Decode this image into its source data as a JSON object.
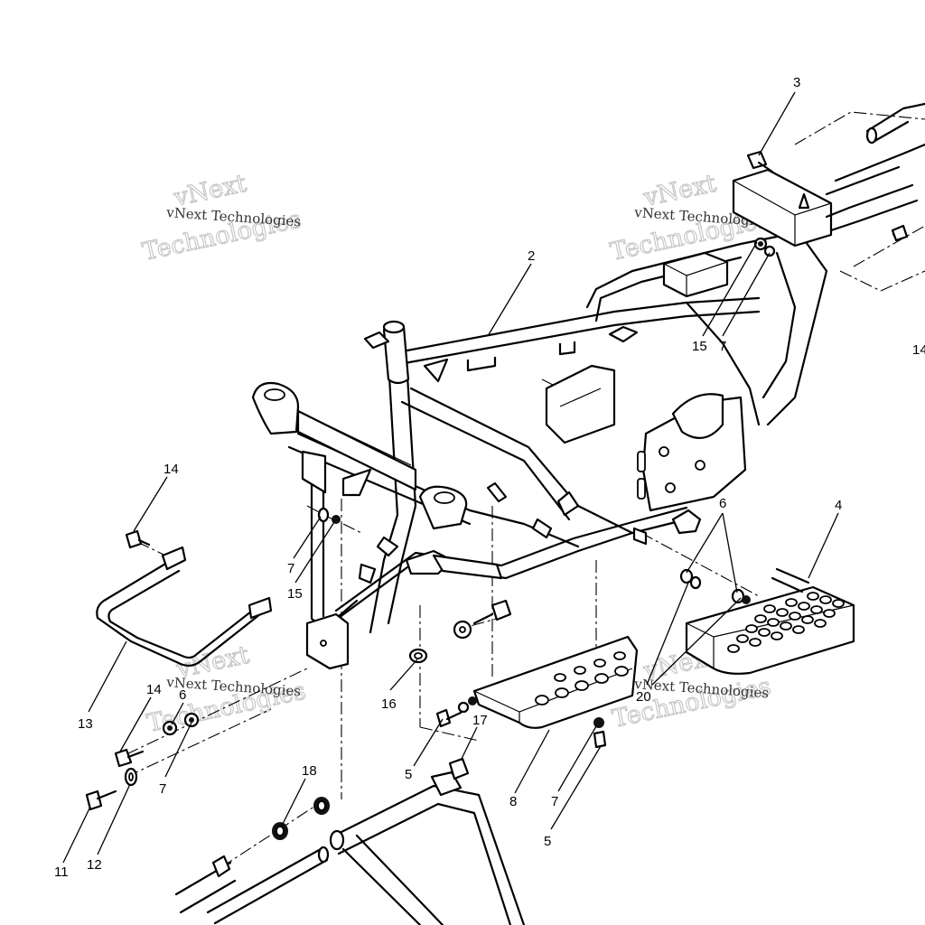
{
  "watermark": {
    "company": "vNext Technologies",
    "word1": "vNext",
    "word2": "Technologies"
  },
  "callouts": {
    "c1": "3",
    "c2": "2",
    "c3": "15",
    "c4": "7",
    "c5": "14",
    "c6": "14",
    "c7": "7",
    "c8": "15",
    "c9": "6",
    "c10": "4",
    "c11": "13",
    "c12": "14",
    "c13": "6",
    "c14": "7",
    "c15": "16",
    "c16": "20",
    "c17": "17",
    "c18": "5",
    "c19": "8",
    "c20": "7",
    "c21": "5",
    "c22": "18",
    "c23": "11",
    "c24": "12"
  }
}
